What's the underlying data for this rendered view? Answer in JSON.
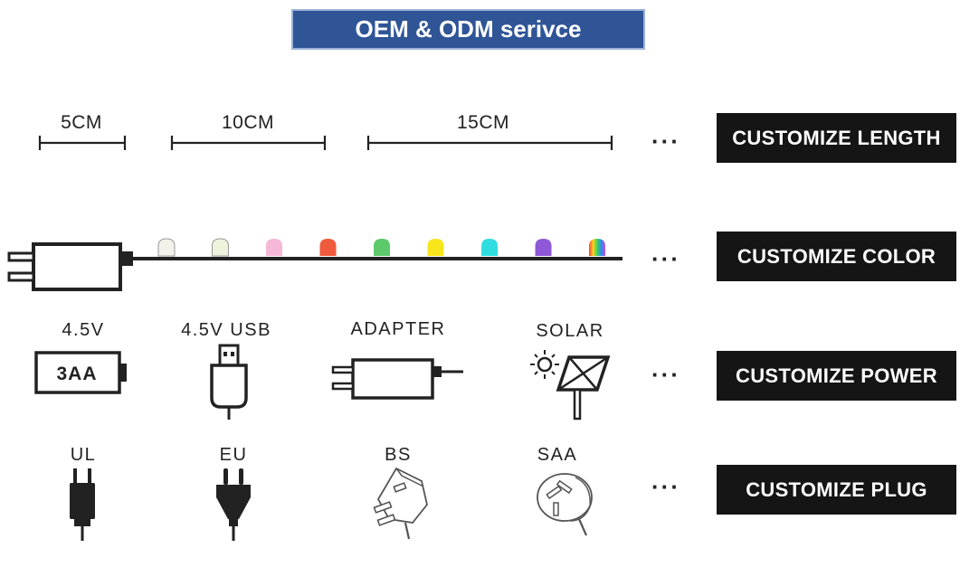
{
  "banner": {
    "title": "OEM & ODM serivce"
  },
  "rows": {
    "length": {
      "tag": "CUSTOMIZE LENGTH",
      "ellipsis": "···",
      "items": [
        "5CM",
        "10CM",
        "15CM"
      ]
    },
    "color": {
      "tag": "CUSTOMIZE COLOR",
      "ellipsis": "···",
      "bulb_colors": [
        "#f2f2ea",
        "#eef3dc",
        "#f6b8d6",
        "#ef5b3c",
        "#5cc96a",
        "#f8e61c",
        "#2fdde0",
        "#8f58d8",
        "multicolor"
      ]
    },
    "power": {
      "tag": "CUSTOMIZE POWER",
      "ellipsis": "···",
      "items": [
        "4.5V",
        "4.5V USB",
        "ADAPTER",
        "SOLAR"
      ],
      "battery_text": "3AA"
    },
    "plug": {
      "tag": "CUSTOMIZE PLUG",
      "ellipsis": "···",
      "items": [
        "UL",
        "EU",
        "BS",
        "SAA"
      ]
    }
  }
}
